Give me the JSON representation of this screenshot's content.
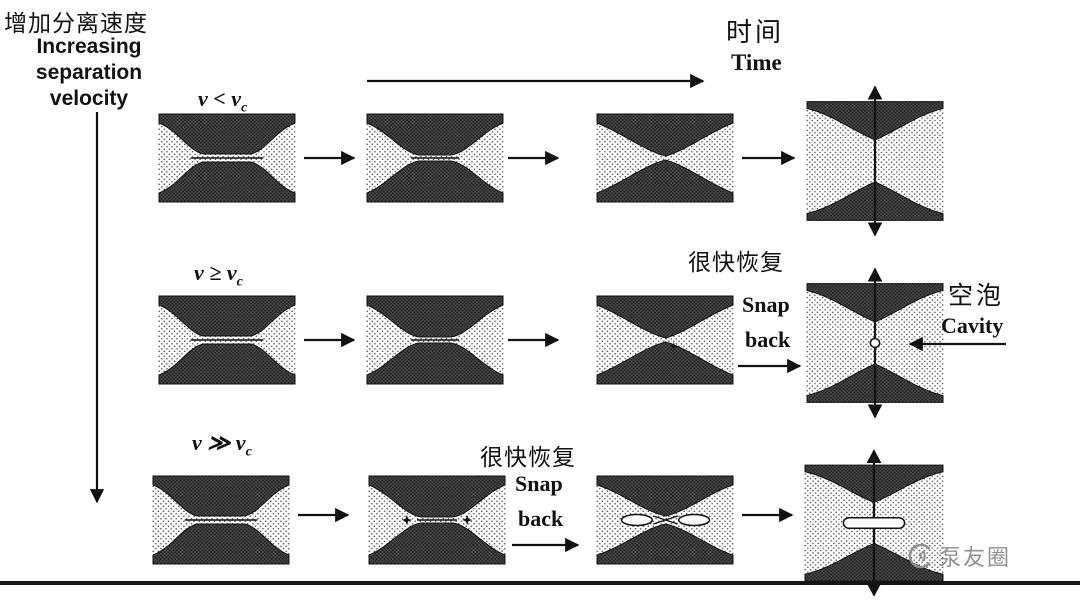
{
  "colors": {
    "ink": "#111111",
    "watermark_gray": "#909090"
  },
  "header": {
    "title_cn": "增加分离速度",
    "title_en": [
      "Increasing",
      "separation",
      "velocity"
    ],
    "time_cn": "时间",
    "time_en": "Time"
  },
  "rows": [
    {
      "label": {
        "main": "v < v",
        "sub": "c"
      }
    },
    {
      "label": {
        "main": "v ≥ v",
        "sub": "c"
      },
      "snap": {
        "cn": "很快恢复",
        "en_top": "Snap",
        "en_bottom": "back"
      },
      "cavity": {
        "cn": "空泡",
        "en": "Cavity"
      }
    },
    {
      "label": {
        "main": "v ≫ v",
        "sub": "c"
      },
      "snap": {
        "cn": "很快恢复",
        "en_top": "Snap",
        "en_bottom": "back"
      }
    }
  ],
  "footer": {
    "watermark": "泵友圈"
  }
}
